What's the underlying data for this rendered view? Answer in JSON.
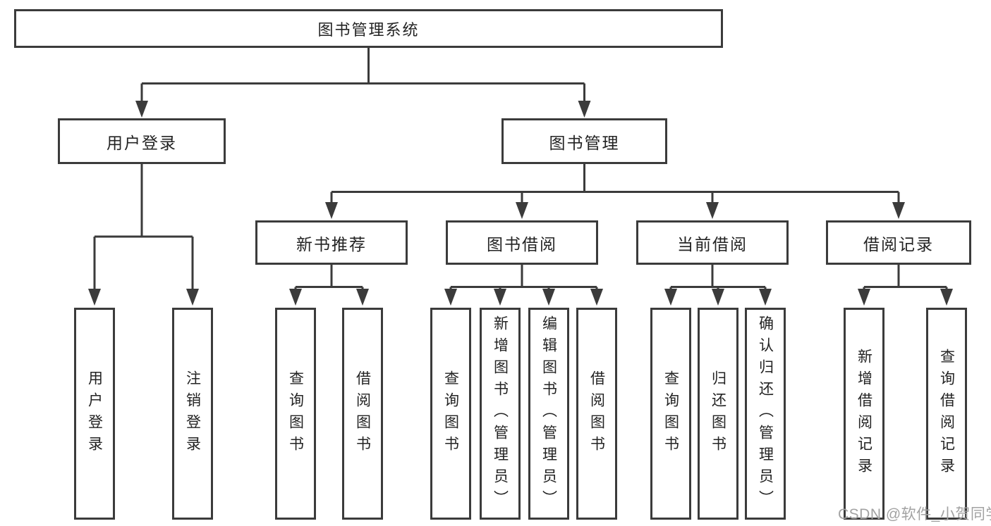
{
  "diagram": {
    "title": "图书管理系统",
    "level2": {
      "user_login": "用户登录",
      "book_mgmt": "图书管理"
    },
    "level3": {
      "new_book": "新书推荐",
      "book_borrow": "图书借阅",
      "current_borrow": "当前借阅",
      "borrow_record": "借阅记录"
    },
    "leaves": {
      "user_login_1": "用户登录",
      "user_login_2": "注销登录",
      "new_book_1": "查询图书",
      "new_book_2": "借阅图书",
      "borrow_1": "查询图书",
      "borrow_2": "新增图书（管理员）",
      "borrow_3": "编辑图书（管理员）",
      "borrow_4": "借阅图书",
      "current_1": "查询图书",
      "current_2": "归还图书",
      "current_3": "确认归还（管理员）",
      "record_1": "新增借阅记录",
      "record_2": "查询借阅记录"
    }
  },
  "watermark": {
    "text": "CSDN @软件_小贺同学"
  },
  "colors": {
    "line": "#3b3b3b",
    "text": "#232323",
    "watermark": "#a2a2a2",
    "background": "#ffffff"
  }
}
